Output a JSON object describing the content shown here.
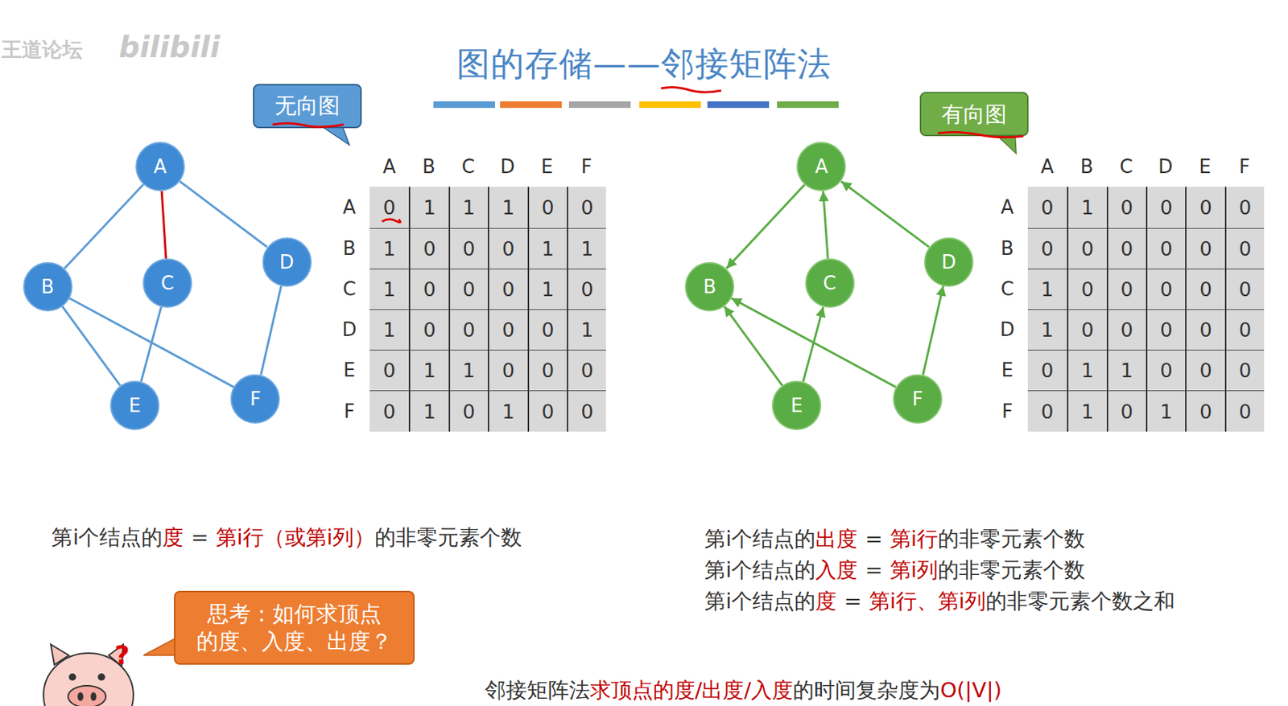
{
  "diagram": {
    "title": "图的存储——邻接矩阵法",
    "nodes": [
      {
        "text": [
          "无向图"
        ]
      },
      {
        "text": [
          "有向图"
        ]
      },
      {
        "text": [
          "A"
        ]
      },
      {
        "text": [
          "B"
        ]
      },
      {
        "text": [
          "C"
        ]
      },
      {
        "text": [
          "D"
        ]
      },
      {
        "text": [
          "E"
        ]
      },
      {
        "text": [
          "F"
        ]
      },
      {
        "text": [
          "A"
        ]
      },
      {
        "text": [
          "B"
        ]
      },
      {
        "text": [
          "C"
        ]
      },
      {
        "text": [
          "D"
        ]
      },
      {
        "text": [
          "E"
        ]
      },
      {
        "text": [
          "F"
        ]
      },
      {
        "text": [
          "思考：如何求顶点 的度、入度、出度？"
        ]
      }
    ],
    "edges": [
      {
        "from": 2,
        "to": 3,
        "arrow": "none"
      },
      {
        "from": 2,
        "to": 4,
        "arrow": "none"
      },
      {
        "from": 2,
        "to": 5,
        "arrow": "none"
      },
      {
        "from": 3,
        "to": 6,
        "arrow": "none"
      },
      {
        "from": 3,
        "to": 7,
        "arrow": "none"
      },
      {
        "from": 4,
        "to": 6,
        "arrow": "none"
      },
      {
        "from": 5,
        "to": 7,
        "arrow": "none"
      },
      {
        "from": 8,
        "to": 9,
        "arrow": "to"
      },
      {
        "from": 10,
        "to": 8,
        "arrow": "to"
      },
      {
        "from": 11,
        "to": 8,
        "arrow": "to"
      },
      {
        "from": 12,
        "to": 9,
        "arrow": "to"
      },
      {
        "from": 12,
        "to": 10,
        "arrow": "to"
      },
      {
        "from": 13,
        "to": 9,
        "arrow": "to"
      },
      {
        "from": 13,
        "to": 11,
        "arrow": "to"
      }
    ],
    "labels": [
      "王道论坛",
      "bilibili",
      "A",
      "B",
      "C",
      "D",
      "E",
      "F",
      "A",
      "0",
      "1",
      "1",
      "1",
      "0",
      "0",
      "B",
      "1",
      "0",
      "0",
      "0",
      "1",
      "1",
      "C",
      "1",
      "0",
      "0",
      "0",
      "1",
      "0",
      "D",
      "1",
      "0",
      "0",
      "0",
      "0",
      "1",
      "E",
      "0",
      "1",
      "1",
      "0",
      "0",
      "0",
      "F",
      "0",
      "1",
      "0",
      "1",
      "0",
      "0",
      "A",
      "B",
      "C",
      "D",
      "E",
      "F",
      "A",
      "0",
      "1",
      "0",
      "0",
      "0",
      "0",
      "B",
      "0",
      "0",
      "0",
      "0",
      "0",
      "0",
      "C",
      "1",
      "0",
      "0",
      "0",
      "0",
      "0",
      "D",
      "1",
      "0",
      "0",
      "0",
      "0",
      "0",
      "E",
      "0",
      "1",
      "1",
      "0",
      "0",
      "0",
      "F",
      "0",
      "1",
      "0",
      "1",
      "0",
      "0",
      "第i个结点的",
      "度",
      "=",
      "第i行（或第i列）",
      "的非零元素个数",
      "第i个结点的",
      "出度",
      "=",
      "第i行",
      "的非零元素个数",
      "第i个结点的",
      "入度",
      "=",
      "第i列",
      "的非零元素个数",
      "第i个结点的",
      "度",
      "=",
      "第i行、第i列",
      "的非零元素个数之和",
      "邻接矩阵法",
      "求顶点的度/出度/入度",
      "的时间复杂度为",
      "O(|V|)",
      "?"
    ]
  }
}
